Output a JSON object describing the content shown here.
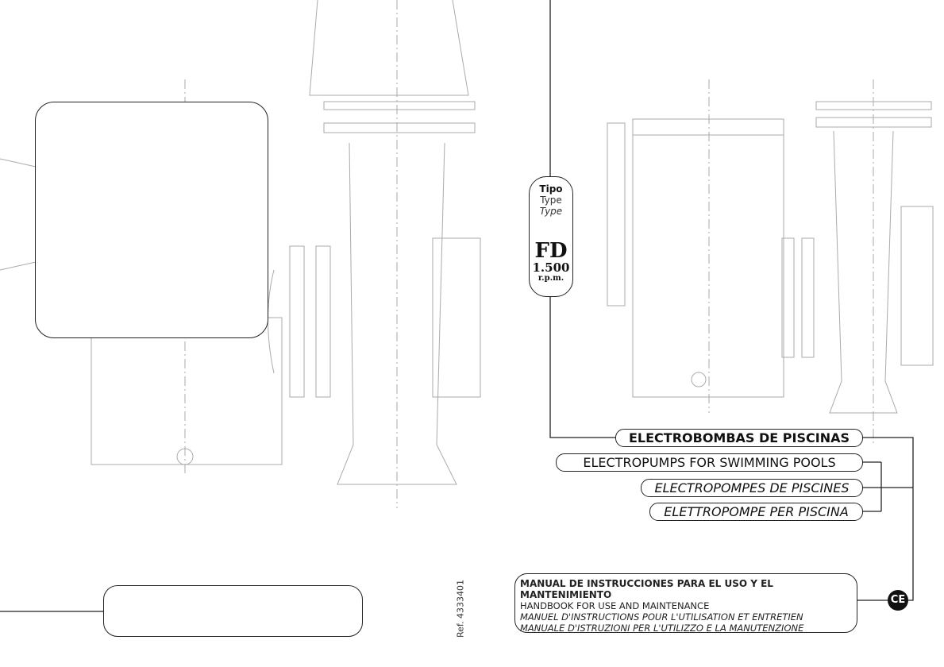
{
  "type_box": {
    "label_es": "Tipo",
    "label_en": "Type",
    "label_fr": "Type",
    "model": "FD",
    "speed": "1.500",
    "speed_unit": "r.p.m."
  },
  "titles": [
    "ELECTROBOMBAS DE PISCINAS",
    "ELECTROPUMPS FOR SWIMMING POOLS",
    "ELECTROPOMPES DE PISCINES",
    "ELETTROPOMPE PER PISCINA"
  ],
  "manual": [
    "MANUAL DE INSTRUCCIONES PARA EL USO Y EL MANTENIMIENTO",
    "HANDBOOK FOR USE AND MAINTENANCE",
    "MANUEL D'INSTRUCTIONS POUR L'UTILISATION ET ENTRETIEN",
    "MANUALE D'ISTRUZIONI PER L'UTILIZZO E LA MANUTENZIONE"
  ],
  "ce_mark": "CE",
  "reference": "Ref. 4333401"
}
